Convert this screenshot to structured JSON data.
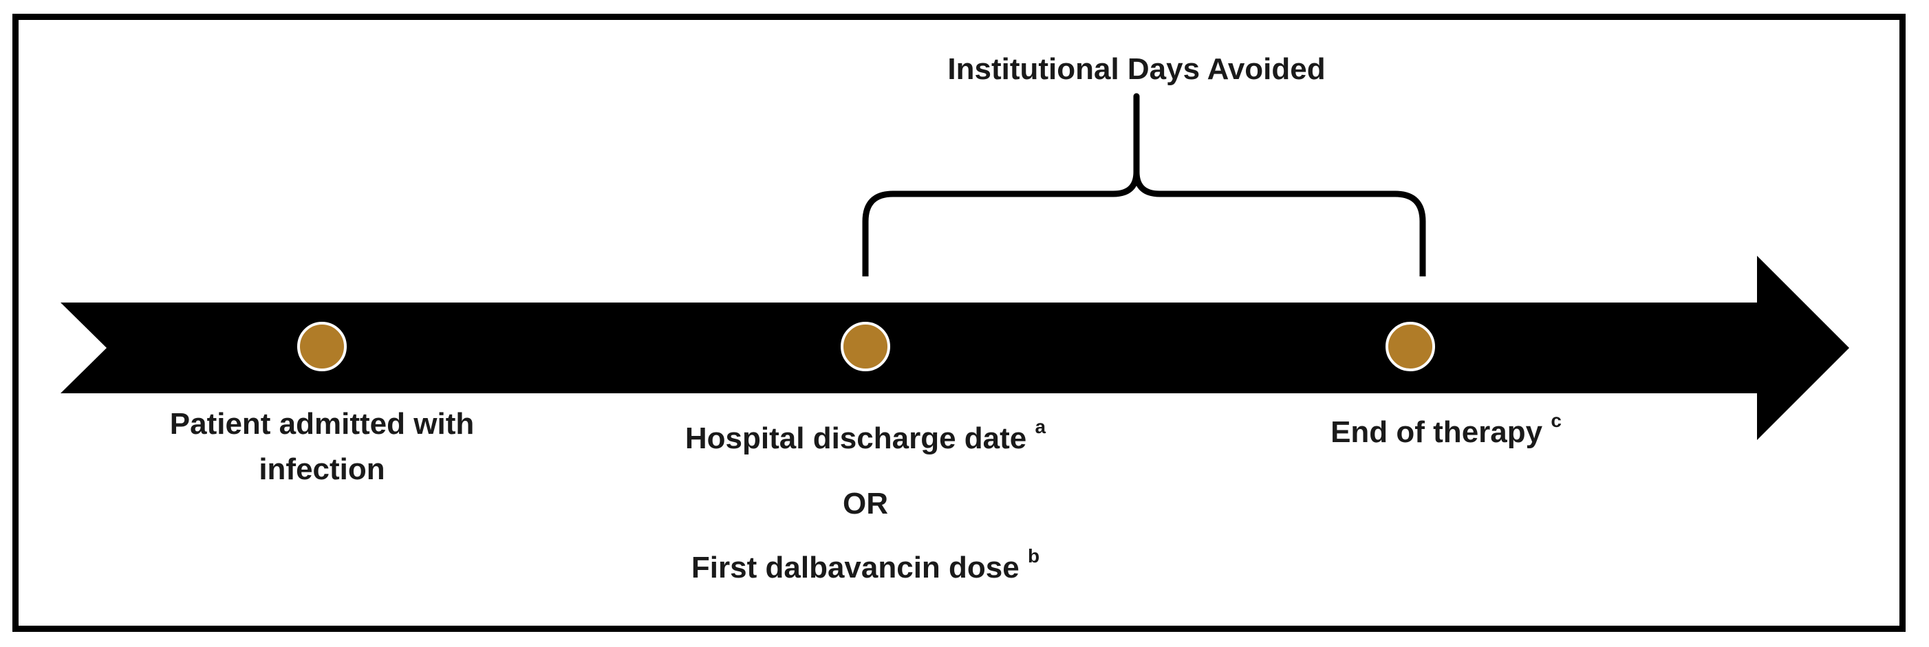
{
  "title": "Institutional Days Avoided",
  "colors": {
    "arrow": "#000000",
    "marker_fill": "#b07c28",
    "marker_stroke": "#ffffff",
    "text": "#1a1a1a"
  },
  "events": [
    {
      "label": "Patient admitted with infection",
      "line1": "Patient admitted with",
      "line2": "infection"
    },
    {
      "label": "Hospital discharge date",
      "note": "a",
      "or_text": "OR",
      "alt_label": "First dalbavancin dose",
      "alt_note": "b"
    },
    {
      "label": "End of therapy",
      "note": "c"
    }
  ]
}
